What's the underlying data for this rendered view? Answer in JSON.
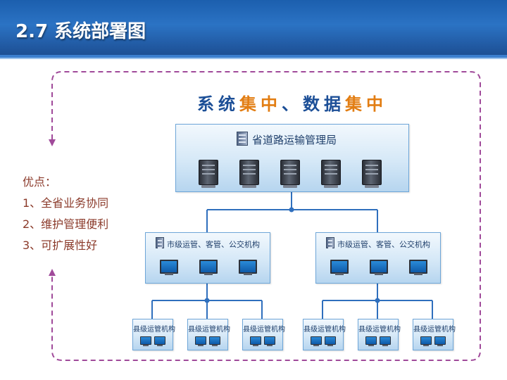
{
  "header": {
    "title": "2.7 系统部署图"
  },
  "diagram_title": {
    "part1": "系统",
    "part2": "集中",
    "part3": "、数据",
    "part4": "集中"
  },
  "advantages": {
    "heading": "优点：",
    "items": [
      "1、全省业务协同",
      "2、维护管理便利",
      "3、可扩展性好"
    ]
  },
  "province": {
    "label": "省道路运输管理局",
    "server_icon": "server-icon",
    "server_count": 5
  },
  "city_nodes": [
    {
      "label": "市级运管、客管、公交机构"
    },
    {
      "label": "市级运管、客管、公交机构"
    }
  ],
  "county_nodes": [
    {
      "label": "县级运管机构"
    },
    {
      "label": "县级运管机构"
    },
    {
      "label": "县级运管机构"
    },
    {
      "label": "县级运管机构"
    },
    {
      "label": "县级运管机构"
    },
    {
      "label": "县级运管机构"
    }
  ],
  "colors": {
    "header": "#1c5fae",
    "connector": "#2f6fbd",
    "dashed_border": "#a04a9a",
    "title_blue": "#1c4f97",
    "title_orange": "#e27d12",
    "advantage_text": "#8b3a2a"
  }
}
